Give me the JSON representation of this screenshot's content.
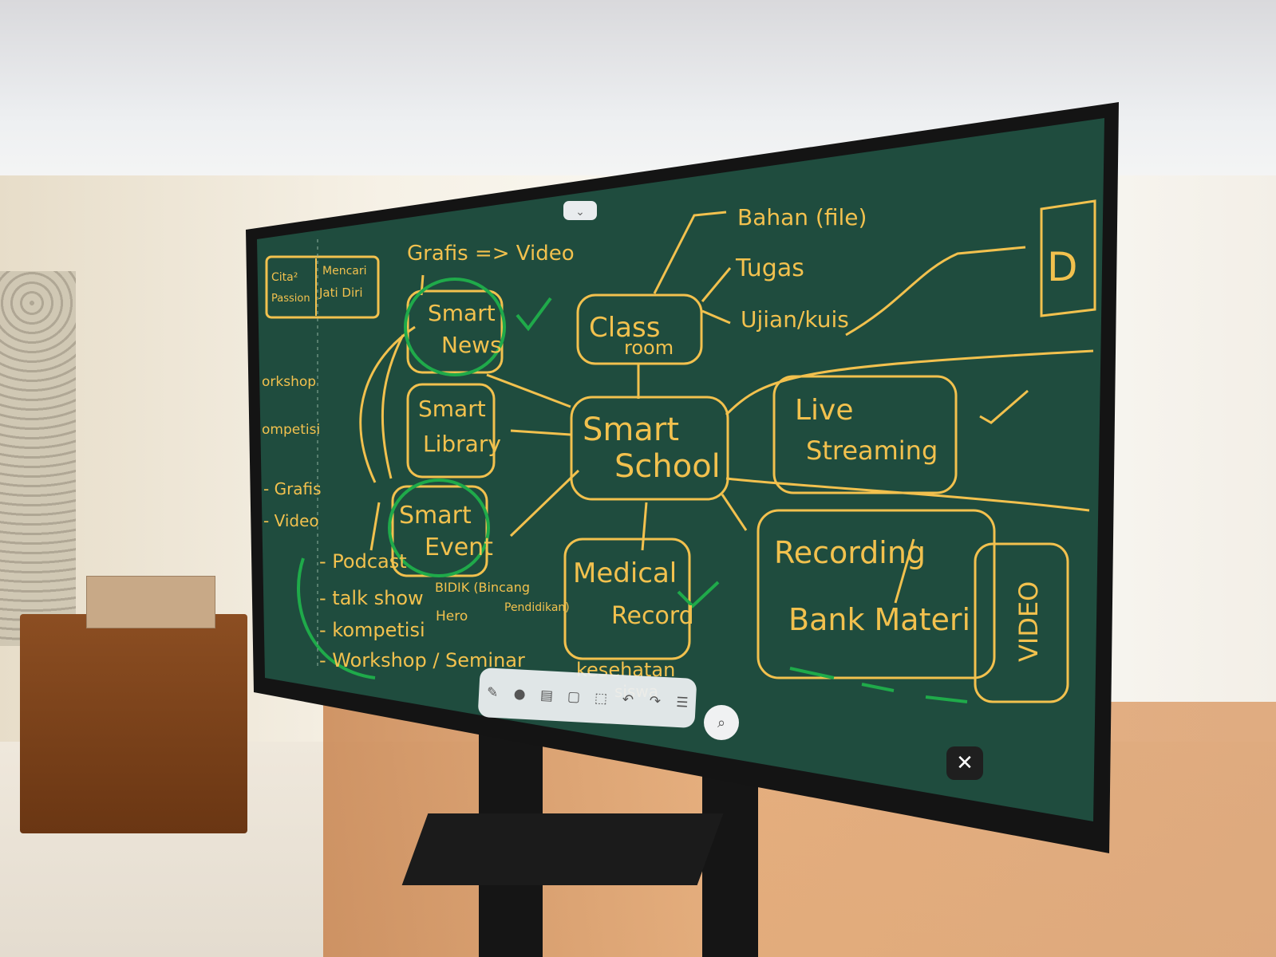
{
  "board": {
    "center": "Smart School",
    "nodes": {
      "smart_news": "Smart News",
      "smart_library": "Smart Library",
      "smart_event": "Smart Event",
      "classroom_1": "Class",
      "classroom_2": "room",
      "live_1": "Live",
      "live_2": "Streaming",
      "medical_1": "Medical",
      "medical_2": "Record",
      "recording_1": "Recording",
      "recording_2": "Bank Materi"
    },
    "branches": {
      "bahan": "Bahan (file)",
      "tugas": "Tugas",
      "ujian": "Ujian/kuis",
      "grafis_video": "Grafis => Video",
      "kesehatan": "kesehatan",
      "siswa": "siswa",
      "video_vertical": "VIDEO"
    },
    "left_box": {
      "cita_1": "Cita²",
      "cita_2": "Passion",
      "mencari_1": "Mencari",
      "mencari_2": "Jati Diri"
    },
    "left_margin": [
      "orkshop",
      "ompetisi",
      "- Grafis",
      "- Video"
    ],
    "event_list": [
      "- Podcast",
      "- talk show",
      "- kompetisi",
      "- Workshop / Seminar"
    ],
    "bidik_1": "BIDIK (Bincang",
    "bidik_2": "Pendidikan)",
    "hero": "Hero"
  },
  "toolbar": {
    "tools": [
      "pen-icon",
      "color-icon",
      "layout-icon",
      "note-icon",
      "select-icon",
      "undo-icon",
      "redo-icon",
      "menu-icon"
    ]
  },
  "colors": {
    "board": "#1f4c3e",
    "ink_yellow": "#f2c14e",
    "ink_green": "#1faa4a",
    "bezel": "#141414"
  }
}
